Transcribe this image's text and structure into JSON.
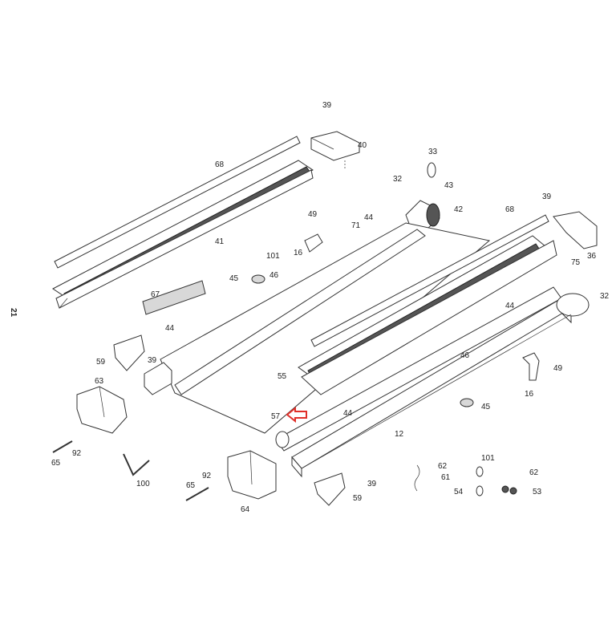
{
  "page": {
    "number": "21"
  },
  "callouts": [
    {
      "id": "c39a",
      "label": "39"
    },
    {
      "id": "c40",
      "label": "40"
    },
    {
      "id": "c33",
      "label": "33"
    },
    {
      "id": "c32a",
      "label": "32"
    },
    {
      "id": "c43",
      "label": "43"
    },
    {
      "id": "c42",
      "label": "42"
    },
    {
      "id": "c68a",
      "label": "68"
    },
    {
      "id": "c41",
      "label": "41"
    },
    {
      "id": "c49a",
      "label": "49"
    },
    {
      "id": "c44a",
      "label": "44"
    },
    {
      "id": "c71",
      "label": "71"
    },
    {
      "id": "c16a",
      "label": "16"
    },
    {
      "id": "c101a",
      "label": "101"
    },
    {
      "id": "c45a",
      "label": "45"
    },
    {
      "id": "c46a",
      "label": "46"
    },
    {
      "id": "c68b",
      "label": "68"
    },
    {
      "id": "c39b",
      "label": "39"
    },
    {
      "id": "c36",
      "label": "36"
    },
    {
      "id": "c75",
      "label": "75"
    },
    {
      "id": "c32b",
      "label": "32"
    },
    {
      "id": "c44b",
      "label": "44"
    },
    {
      "id": "c67",
      "label": "67"
    },
    {
      "id": "c44c",
      "label": "44"
    },
    {
      "id": "c59a",
      "label": "59"
    },
    {
      "id": "c39c",
      "label": "39"
    },
    {
      "id": "c46b",
      "label": "46"
    },
    {
      "id": "c49b",
      "label": "49"
    },
    {
      "id": "c16b",
      "label": "16"
    },
    {
      "id": "c63",
      "label": "63"
    },
    {
      "id": "c55",
      "label": "55"
    },
    {
      "id": "c45b",
      "label": "45"
    },
    {
      "id": "c57",
      "label": "57"
    },
    {
      "id": "c44d",
      "label": "44"
    },
    {
      "id": "c12",
      "label": "12"
    },
    {
      "id": "c65a",
      "label": "65"
    },
    {
      "id": "c92a",
      "label": "92"
    },
    {
      "id": "c100",
      "label": "100"
    },
    {
      "id": "c92b",
      "label": "92"
    },
    {
      "id": "c65b",
      "label": "65"
    },
    {
      "id": "c64",
      "label": "64"
    },
    {
      "id": "c101b",
      "label": "101"
    },
    {
      "id": "c62a",
      "label": "62"
    },
    {
      "id": "c61",
      "label": "61"
    },
    {
      "id": "c39d",
      "label": "39"
    },
    {
      "id": "c59b",
      "label": "59"
    },
    {
      "id": "c54",
      "label": "54"
    },
    {
      "id": "c62b",
      "label": "62"
    },
    {
      "id": "c53",
      "label": "53"
    }
  ],
  "highlight": {
    "target": "57",
    "color": "#e0302a"
  },
  "colors": {
    "line": "#333333",
    "background": "#ffffff",
    "shade": "#d8d8d8"
  }
}
